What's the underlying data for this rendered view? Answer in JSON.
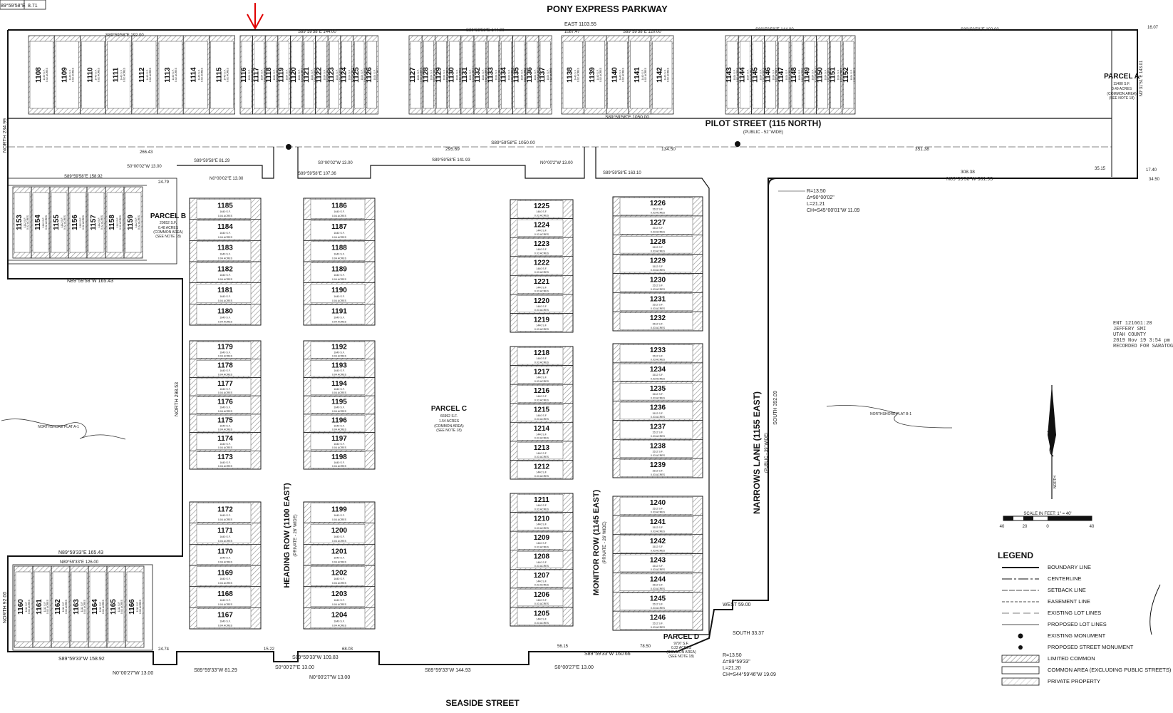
{
  "corner_box": {
    "bearing": "89°59'58\"E",
    "dist": "8.71"
  },
  "streets": {
    "north": "PONY EXPRESS PARKWAY",
    "south": "SEASIDE STREET",
    "pilot": "PILOT STREET (115 NORTH)",
    "pilot_sub": "(PUBLIC - 52' WIDE)",
    "heading": "HEADING ROW (1100 EAST)",
    "heading_sub": "(PRIVATE - 26' WIDE)",
    "monitor": "MONITOR ROW (1145 EAST)",
    "monitor_sub": "(PRIVATE - 26' WIDE)",
    "narrows": "NARROWS LANE (1155 EAST)",
    "narrows_sub": "(PUBLIC - 39' WIDE)"
  },
  "parcels": {
    "a": {
      "label": "PARCEL A",
      "sf": "11480 S.F.",
      "acres": "0.49 ACRES",
      "note": "(COMMON AREA)",
      "see": "(SEE NOTE 18)"
    },
    "b": {
      "label": "PARCEL B",
      "sf": "20652 S.F.",
      "acres": "0.48 ACRES",
      "note": "(COMMON AREA)",
      "see": "(SEE NOTE 18)"
    },
    "c": {
      "label": "PARCEL C",
      "sf": "66992 S.F.",
      "acres": "1.54 ACRES",
      "note": "(COMMON AREA)",
      "see": "(SEE NOTE 18)"
    },
    "d": {
      "label": "PARCEL D",
      "sf": "9797 S.F.",
      "acres": "0.22 ACRES",
      "note": "(COMMON AREA)",
      "see": "(SEE NOTE 18)"
    }
  },
  "bearings": {
    "top_east": "EAST  1103.55",
    "top_1": "S89°59'58\"E 192.00",
    "top_2": "S89°59'58\"E 144.00",
    "top_3": "S89°59'58\"E 144.00",
    "top_4": "S89°59'58\"E 120.00",
    "top_5": "S89°59'58\"E 144.00",
    "top_6": "S89°59'58\"E 192.00",
    "pilot_n": "S89°59'58\"E 1050.00",
    "pilot_s": "S89°59'58\"E 1050.00",
    "pilot_s_dist": "295.69",
    "pilot_r1": "134.50",
    "pilot_r2": "351.38",
    "east_seg": "308.38",
    "east_line": "N89°59'58\"W 361.93",
    "d1087": "1087.47",
    "d266": "266.43",
    "d2479": "24.79",
    "b8129": "S89°59'58\"E 81.29",
    "b13a": "S0°00'02\"W 13.00",
    "b13b": "S0°00'02\"W 13.00",
    "b14193": "S89°59'58\"E 141.93",
    "b13c": "N0°00'2\"W 13.00",
    "b13d": "N0°00'02\"E 13.00",
    "b10736": "S89°59'58\"E 107.36",
    "b16310": "S89°59'58\"E 163.10",
    "b15892": "S89°59'58\"E 158.92",
    "n16543": "N89°59'58\"W 165.43",
    "n16543b": "N89°59'33\"E 165.43",
    "n12600": "N89°59'33\"E 126.00",
    "north23499": "NORTH 234.99",
    "north29853": "NORTH 298.53",
    "north9200": "NORTH 92.00",
    "south39209": "SOUTH 392.09",
    "south3337": "SOUTH 33.37",
    "west5900": "WEST 59.00",
    "s15892": "S89°59'33\"W 158.92",
    "s8129": "S89°59'33\"W 81.29",
    "s10983": "S89°59'33\"W 109.83",
    "s14493": "S89°59'33\"W 144.93",
    "s16066": "S89°59'33\"W 160.66",
    "n13a": "N0°00'27\"W 13.00",
    "n13b": "N0°00'27\"W 13.00",
    "s13a": "S0°00'27\"E 13.00",
    "s13b": "S0°00'27\"E 13.00",
    "d2474": "24.74",
    "d1522": "15.22",
    "d6803": "68.03",
    "d5615": "56.15",
    "d7850": "78.50",
    "n0o311": "N0°31'51\"E 143.01",
    "d1607": "16.07",
    "d3515": "35.15",
    "d1740": "17.40",
    "d3450": "34.50"
  },
  "curves": {
    "c1": {
      "r": "R=13.50",
      "delta": "Δ=90°00'02\"",
      "l": "L=21.21",
      "ch": "CH=S45°00'01\"W 11.09"
    },
    "c2": {
      "r": "R=13.50",
      "delta": "Δ=89°59'33\"",
      "l": "L=21.20",
      "ch": "CH=S44°59'46\"W 19.09"
    }
  },
  "adjacent": {
    "west": "NORTHSHORE PLAT A-1",
    "east": "NORTHSHORE PLAT B-1"
  },
  "recording": {
    "line1": "ENT 121661:20",
    "line2": "JEFFERY SMI",
    "line3": "UTAH COUNTY",
    "line4": "2019 Nov 19 3:54 pm",
    "line5": "RECORDED FOR SARATOG"
  },
  "scale": {
    "title": "SCALE IN FEET: 1\" = 40'",
    "ticks": [
      "40",
      "20",
      "0",
      "40"
    ]
  },
  "north_arrow": {
    "label": "NORTH"
  },
  "lot_info": {
    "sf_1640": "1640 S.F.",
    "sf_1440": "1440 S.F.",
    "sf_1152": "1152 S.F.",
    "sf_1512": "1512 S.F.",
    "sf_1112": "1112 S.F.",
    "sf_1024": "1024 S.F.",
    "ac_004": "0.04 ACRES",
    "ac_003": "0.03 ACRES",
    "ac_002": "0.02 ACRES"
  },
  "lots": {
    "top_row": [
      "1108",
      "1109",
      "1110",
      "1111",
      "1112",
      "1113",
      "1114",
      "1115",
      "1116",
      "1117",
      "1118",
      "1119",
      "1120",
      "1121",
      "1122",
      "1123",
      "1124",
      "1125",
      "1126",
      "1127",
      "1128",
      "1129",
      "1130",
      "1131",
      "1132",
      "1133",
      "1134",
      "1135",
      "1136",
      "1137",
      "1138",
      "1139",
      "1140",
      "1141",
      "1142",
      "1143",
      "1144",
      "1145",
      "1146",
      "1147",
      "1148",
      "1149",
      "1150",
      "1151",
      "1152"
    ],
    "b_row": [
      "1153",
      "1154",
      "1155",
      "1156",
      "1157",
      "1158",
      "1159"
    ],
    "sw_row": [
      "1160",
      "1161",
      "1162",
      "1163",
      "1164",
      "1165",
      "1166"
    ],
    "col1": [
      "1185",
      "1184",
      "1183",
      "1182",
      "1181",
      "1180",
      "1179",
      "1178",
      "1177",
      "1176",
      "1175",
      "1174",
      "1173",
      "1172",
      "1171",
      "1170",
      "1169",
      "1168",
      "1167"
    ],
    "col2": [
      "1186",
      "1187",
      "1188",
      "1189",
      "1190",
      "1191",
      "1192",
      "1193",
      "1194",
      "1195",
      "1196",
      "1197",
      "1198",
      "1199",
      "1200",
      "1201",
      "1202",
      "1203",
      "1204"
    ],
    "col3": [
      "1225",
      "1224",
      "1223",
      "1222",
      "1221",
      "1220",
      "1219",
      "1218",
      "1217",
      "1216",
      "1215",
      "1214",
      "1213",
      "1212",
      "1211",
      "1210",
      "1209",
      "1208",
      "1207",
      "1206",
      "1205"
    ],
    "col4": [
      "1226",
      "1227",
      "1228",
      "1229",
      "1230",
      "1231",
      "1232",
      "1233",
      "1234",
      "1235",
      "1236",
      "1237",
      "1238",
      "1239",
      "1240",
      "1241",
      "1242",
      "1243",
      "1244",
      "1245",
      "1246"
    ]
  },
  "legend": {
    "title": "LEGEND",
    "items": [
      "BOUNDARY LINE",
      "CENTERLINE",
      "SETBACK LINE",
      "EASEMENT LINE",
      "EXISTING LOT LINES",
      "PROPOSED LOT LINES",
      "EXISTING MONUMENT",
      "PROPOSED STREET MONUMENT",
      "LIMITED COMMON",
      "COMMON AREA (EXCLUDING PUBLIC STREETS)",
      "PRIVATE PROPERTY"
    ]
  },
  "colors": {
    "ink": "#111111",
    "hatch": "#9a9a9a",
    "red_arrow": "#e00000"
  }
}
